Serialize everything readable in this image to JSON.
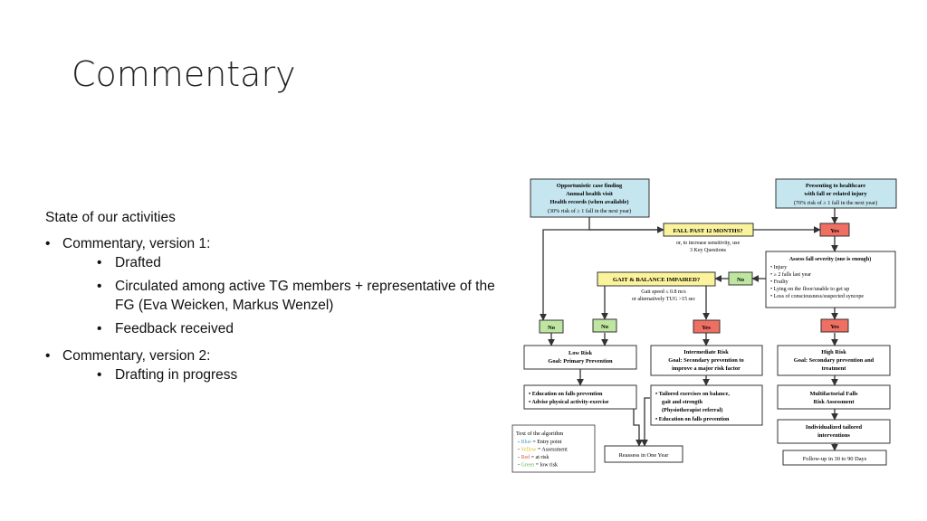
{
  "slide": {
    "title": "Commentary",
    "intro": "State of our activities",
    "bullets": [
      {
        "text": "Commentary, version 1:",
        "sub": [
          "Drafted",
          "Circulated among active TG members + representative of the FG (Eva Weicken, Markus Wenzel)",
          "Feedback received"
        ]
      },
      {
        "text": "Commentary, version 2:",
        "sub": [
          "Drafting in progress"
        ]
      }
    ]
  },
  "flowchart": {
    "colors": {
      "blue": "#c6e6ef",
      "yellow": "#fbf39c",
      "red": "#ef6f62",
      "green": "#bfe6a0",
      "border": "#333333"
    },
    "opportunistic": [
      "Opportunistic case finding",
      "Annual health visit",
      "Health records (when available)",
      "(30% risk of ≥ 1 fall in the next year)"
    ],
    "presenting": [
      "Presenting to healthcare",
      "with fall or related injury",
      "(70% risk of ≥ 1 fall in the next year)"
    ],
    "fall_question": "FALL PAST 12 MONTHS?",
    "fall_note": [
      "or, to increase sensitivity, use",
      "3 Key Questions"
    ],
    "yes": "Yes",
    "no": "No",
    "severity_title": "Assess fall severity (one is enough)",
    "severity_items": [
      "Injury",
      "≥ 2 falls last year",
      "Frailty",
      "Lying on the floor/unable to get up",
      "Loss of consciousness/suspected syncope"
    ],
    "gait_question": "GAIT & BALANCE IMPAIRED?",
    "gait_note": [
      "Gait speed ≤ 0.8 m/s",
      "or alternatively TUG >15 sec"
    ],
    "low_risk": [
      "Low Risk",
      "Goal: Primary Prevention"
    ],
    "intermediate_risk": [
      "Intermediate Risk",
      "Goal: Secondary prevention to",
      "improve a major risk factor"
    ],
    "high_risk": [
      "High Risk",
      "Goal: Secondary prevention and",
      "treatment"
    ],
    "low_actions": [
      "Education on falls prevention",
      "Advise physical activity-exercise"
    ],
    "intermediate_actions": [
      "Tailored exercises on balance,",
      "gait and strength",
      "(Physiotherapist referral)",
      "Education on falls prevention"
    ],
    "multifactorial": [
      "Multifactorial Falls",
      "Risk Assessment"
    ],
    "individualized": [
      "Individualized tailored",
      "interventions"
    ],
    "reassess": "Reassess in One Year",
    "followup": "Follow-up in 30 to 90 Days",
    "legend_title": "Text of the algorithm",
    "legend_items": [
      {
        "color_word": "Blue",
        "meaning": "= Entry point",
        "color": "#4aa3c8"
      },
      {
        "color_word": "Yellow",
        "meaning": "= Assessment",
        "color": "#d8c21a"
      },
      {
        "color_word": "Red",
        "meaning": "= at risk",
        "color": "#e0574a"
      },
      {
        "color_word": "Green",
        "meaning": "= low risk",
        "color": "#6ab04c"
      }
    ]
  }
}
